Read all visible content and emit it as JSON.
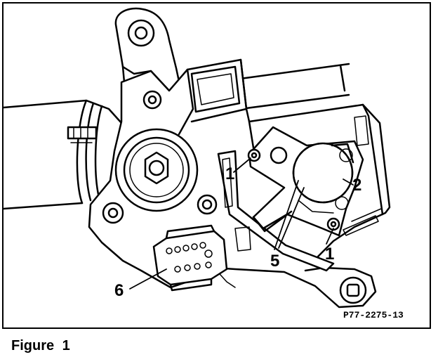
{
  "figure": {
    "caption": "Figure 1",
    "drawing_ref": "P77-2275-13"
  },
  "callouts": {
    "bolt_left": "1",
    "bolt_right": "1",
    "disc": "2",
    "lever": "5",
    "connector": "6"
  }
}
